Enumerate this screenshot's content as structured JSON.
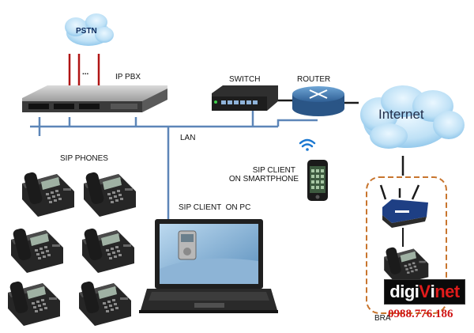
{
  "labels": {
    "pstn": "PSTN",
    "ip_pbx": "IP PBX",
    "switch": "SWITCH",
    "router": "ROUTER",
    "internet": "Internet",
    "lan": "LAN",
    "sip_phones": "SIP PHONES",
    "sip_client_smartphone_line1": "SIP CLIENT",
    "sip_client_smartphone_line2": "ON SMARTPHONE",
    "sip_client_pc": "SIP CLIENT  ON PC",
    "pstn_dots": "...",
    "branch": "BRA"
  },
  "logo": {
    "part1": "digi",
    "part2": "V",
    "part3": "i",
    "part4": "net",
    "phone": "0988.776.186"
  },
  "colors": {
    "lan_line": "#5d86b8",
    "pstn_line": "#b01515",
    "branch_border": "#c8752e",
    "cloud": "#bfe1f6"
  },
  "icons": [
    "pstn-cloud",
    "ip-pbx-server",
    "network-switch",
    "router-icon",
    "internet-cloud",
    "sip-phone",
    "smartphone",
    "laptop",
    "wifi-icon",
    "wireless-router"
  ]
}
